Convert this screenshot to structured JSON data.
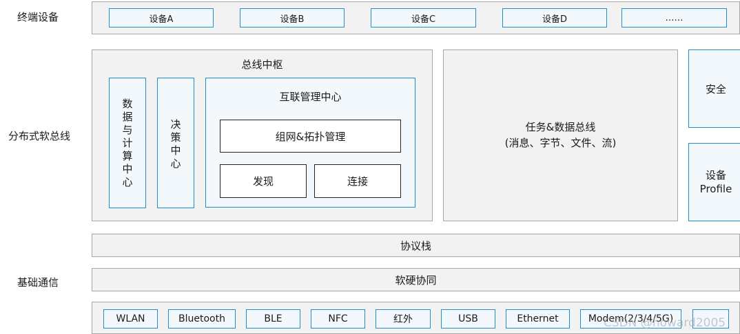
{
  "rows": {
    "terminal": "终端设备",
    "softbus": "分布式软总线",
    "base_comm": "基础通信"
  },
  "devices": [
    "设备A",
    "设备B",
    "设备C",
    "设备D",
    "……"
  ],
  "bus_hub": {
    "title": "总线中枢",
    "data_compute": [
      "数",
      "据",
      "与",
      "计",
      "算",
      "中",
      "心"
    ],
    "decision": [
      "决",
      "策",
      "中",
      "心"
    ],
    "interconnect": {
      "title": "互联管理中心",
      "topology": "组网&拓扑管理",
      "discovery": "发现",
      "connection": "连接"
    }
  },
  "task_bus": {
    "line1": "任务&数据总线",
    "line2": "(消息、字节、文件、流)"
  },
  "security": "安全",
  "device_profile": [
    "设备",
    "Profile"
  ],
  "protocol_stack": "协议栈",
  "hw_sw_coop": "软硬协同",
  "protocols": [
    "WLAN",
    "Bluetooth",
    "BLE",
    "NFC",
    "红外",
    "USB",
    "Ethernet",
    "Modem(2/3/4/5G)",
    ""
  ],
  "watermark": "CSDN @howard2005",
  "colors": {
    "accent_border": "#1f8fd0",
    "panel_fill": "#f2f2f2",
    "inner_fill": "#f2f8fc"
  }
}
